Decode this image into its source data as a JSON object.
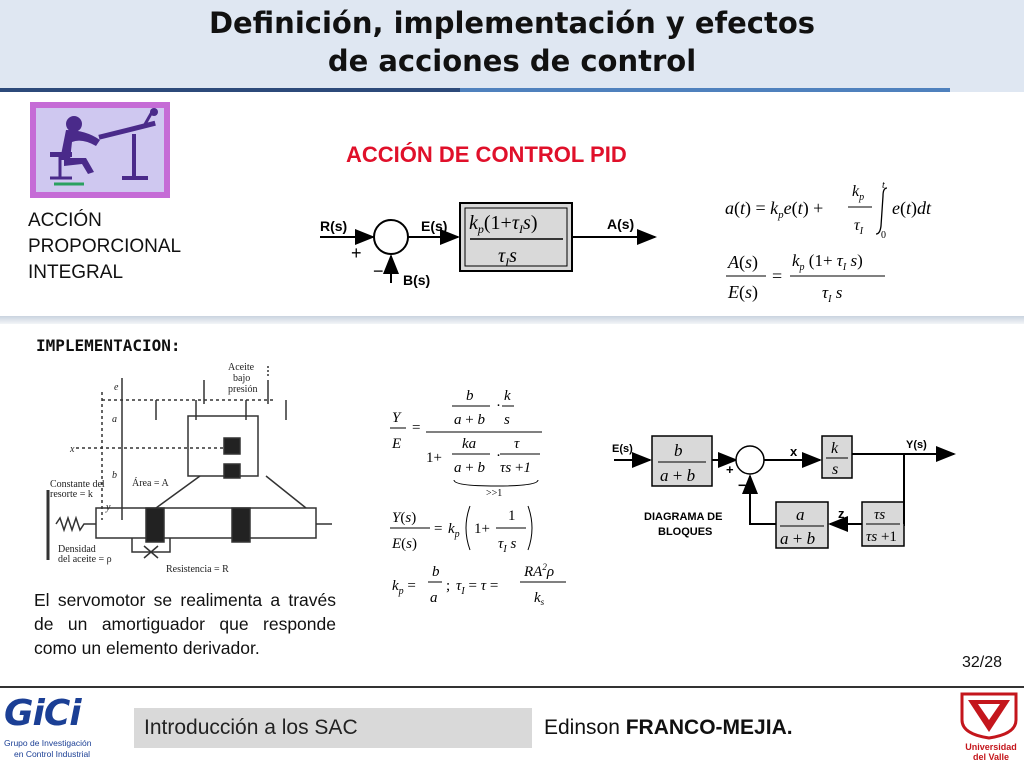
{
  "header": {
    "title_line1": "Definición, implementación y efectos",
    "title_line2": "de acciones de control"
  },
  "section": {
    "title": "ACCIÓN DE CONTROL PID",
    "side_label_1": "ACCIÓN",
    "side_label_2": "PROPORCIONAL",
    "side_label_3": "INTEGRAL"
  },
  "block1": {
    "input": "R(s)",
    "error": "E(s)",
    "output": "A(s)",
    "feedback": "B(s)",
    "plus": "+",
    "minus": "−"
  },
  "implementation": {
    "title": "IMPLEMENTACION:",
    "description": "El servomotor se realimenta a través de un amortiguador que responde como un elemento derivador."
  },
  "servo": {
    "label_oil": "Aceite",
    "label_low": "bajo",
    "label_pressure": "presión",
    "label_spring1": "Constante del",
    "label_spring2": "resorte = k",
    "label_area": "Área = A",
    "label_density1": "Densidad",
    "label_density2": "del aceite = ρ",
    "label_resistance": "Resistencia = R",
    "var_e": "e",
    "var_a": "a",
    "var_x": "x",
    "var_b": "b",
    "var_y": "y"
  },
  "block2": {
    "input": "E(s)",
    "output": "Y(s)",
    "x": "x",
    "z": "z",
    "plus": "+",
    "minus": "−",
    "caption1": "DIAGRAMA DE",
    "caption2": "BLOQUES"
  },
  "footer": {
    "page": "32/28",
    "course": "Introducción a los SAC",
    "author_first": "Edinson",
    "author_last": "FRANCO-MEJIA.",
    "logo_word": "GiCi",
    "logo_sub1": "Grupo de Investigación",
    "logo_sub2": "en Control Industrial",
    "univ1": "Universidad",
    "univ2": "del Valle"
  },
  "colors": {
    "title_red": "#e0102a",
    "header_bg": "#dfe7f2",
    "bar_dark": "#2c4a7a",
    "bar_light": "#4f81bd",
    "block_fill": "#d9d9d9",
    "logo_purple": "#c56cd6"
  }
}
